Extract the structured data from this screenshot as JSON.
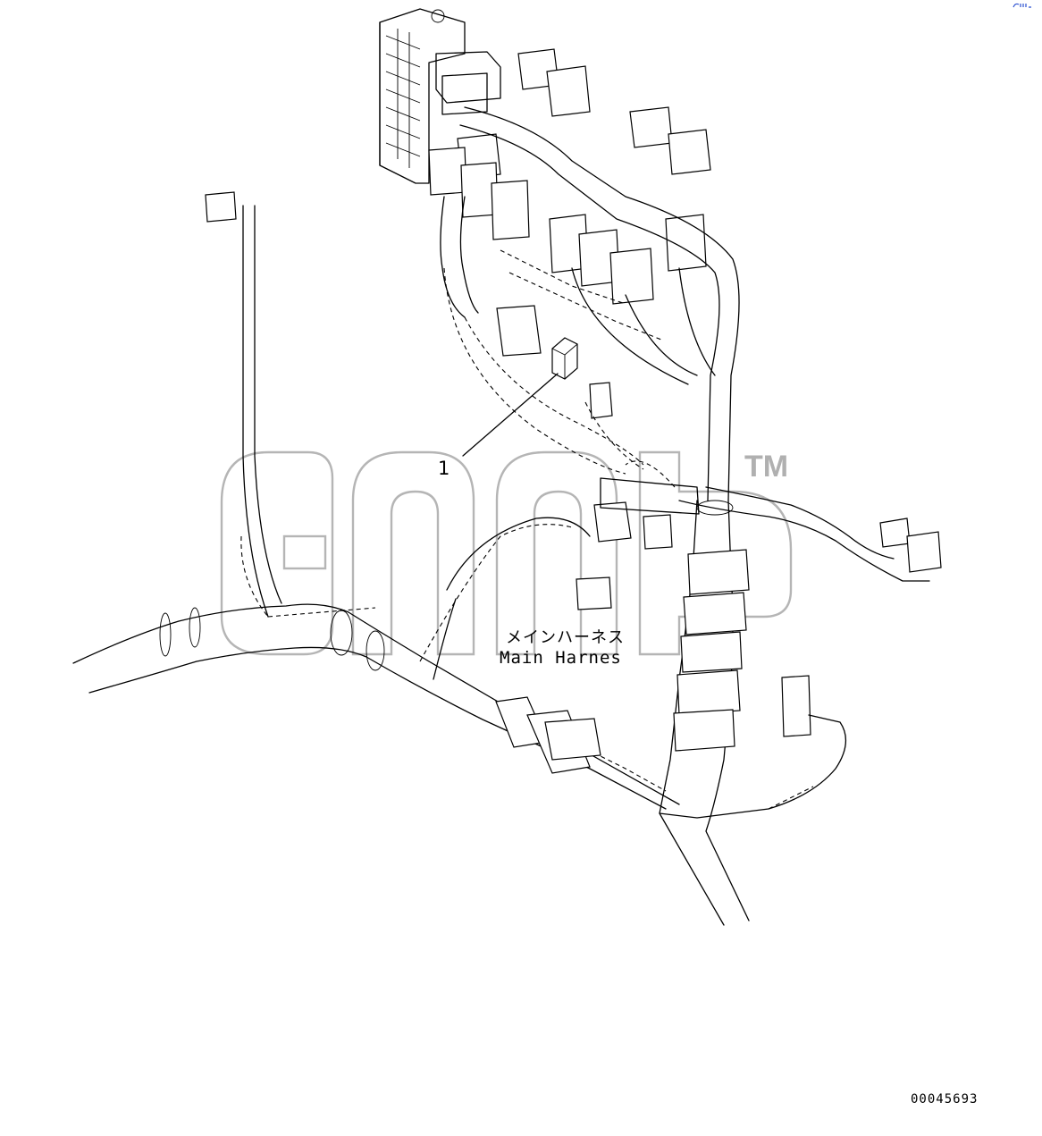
{
  "diagram": {
    "callouts": [
      {
        "number": "1"
      }
    ],
    "labels": {
      "harness_jp": "メインハーネス",
      "harness_en": "Main Harnes"
    },
    "drawing_number": "00045693",
    "watermark": {
      "trademark": "TM"
    },
    "colors": {
      "line": "#000000",
      "background": "#ffffff",
      "watermark": "#b5b5b5",
      "corner_mark": "#2a4fd0"
    }
  }
}
